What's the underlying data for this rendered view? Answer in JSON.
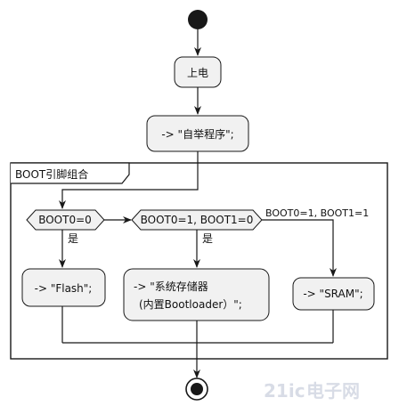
{
  "diagram": {
    "start_label": "",
    "power_on": "上电",
    "self_program": "-> \"自举程序\";",
    "partition_title": "BOOT引脚组合",
    "decision1": "BOOT0=0",
    "decision1_yes": "是",
    "decision2": "BOOT0=1, BOOT1=0",
    "decision2_yes": "是",
    "else_branch": "BOOT0=1, BOOT1=1",
    "flash_action": "-> \"Flash\";",
    "sysmem_action_line1": "-> \"系统存储器",
    "sysmem_action_line2": "(内置Bootloader）\";",
    "sram_action": "-> \"SRAM\";"
  },
  "watermark": {
    "brand": "21ic",
    "text": "电子网"
  },
  "colors": {
    "node_fill": "#f1f1f1",
    "stroke": "#181818"
  }
}
